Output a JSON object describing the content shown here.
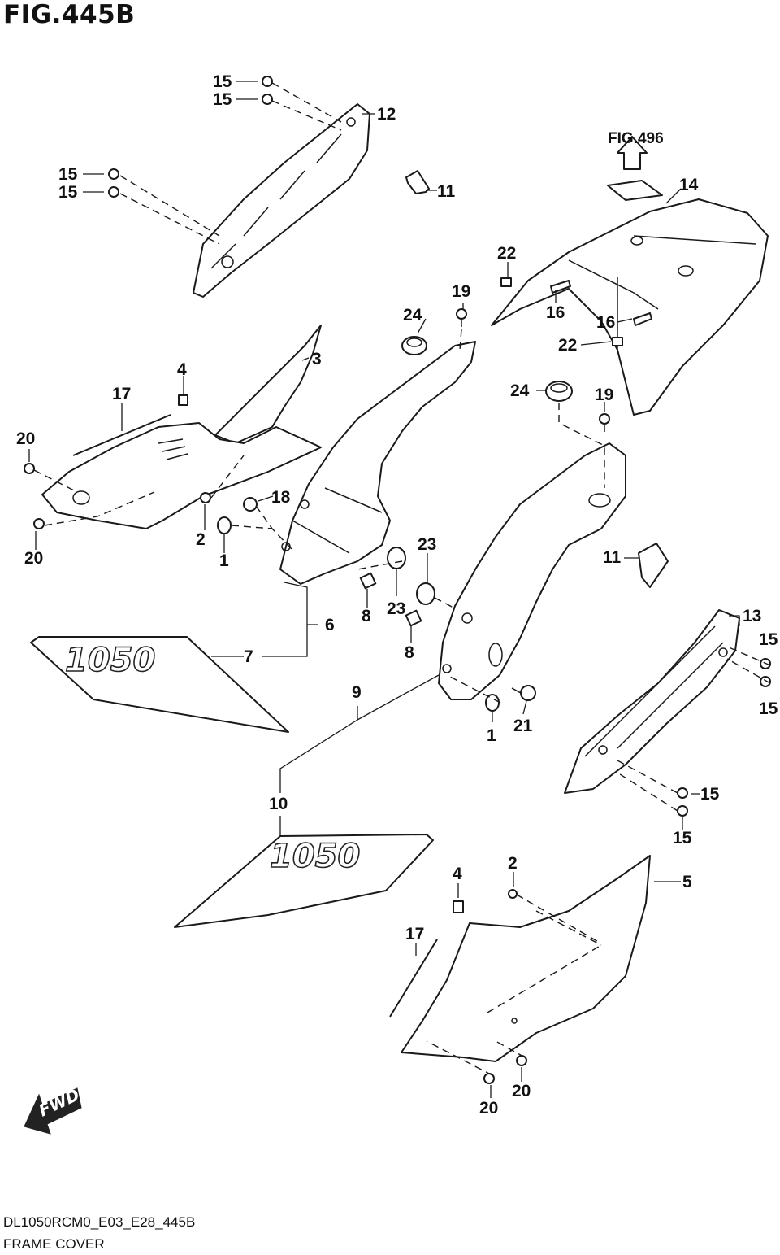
{
  "figure": {
    "title": "FIG.445B",
    "model_code": "DL1050RCM0_E03_E28_445B",
    "section_name": "FRAME COVER",
    "reference_label": "FIG.496",
    "fwd_label": "FWD",
    "logo_text": "1050"
  },
  "callouts": [
    {
      "id": "c15a",
      "text": "15"
    },
    {
      "id": "c15b",
      "text": "15"
    },
    {
      "id": "c12",
      "text": "12"
    },
    {
      "id": "c15c",
      "text": "15"
    },
    {
      "id": "c15d",
      "text": "15"
    },
    {
      "id": "c11a",
      "text": "11"
    },
    {
      "id": "c14",
      "text": "14"
    },
    {
      "id": "c22a",
      "text": "22"
    },
    {
      "id": "c16a",
      "text": "16"
    },
    {
      "id": "c16b",
      "text": "16"
    },
    {
      "id": "c22b",
      "text": "22"
    },
    {
      "id": "c19a",
      "text": "19"
    },
    {
      "id": "c24a",
      "text": "24"
    },
    {
      "id": "c24b",
      "text": "24"
    },
    {
      "id": "c19b",
      "text": "19"
    },
    {
      "id": "c3",
      "text": "3"
    },
    {
      "id": "c4a",
      "text": "4"
    },
    {
      "id": "c17a",
      "text": "17"
    },
    {
      "id": "c20a",
      "text": "20"
    },
    {
      "id": "c20b",
      "text": "20"
    },
    {
      "id": "c18",
      "text": "18"
    },
    {
      "id": "c2a",
      "text": "2"
    },
    {
      "id": "c1a",
      "text": "1"
    },
    {
      "id": "c23a",
      "text": "23"
    },
    {
      "id": "c23b",
      "text": "23"
    },
    {
      "id": "c8a",
      "text": "8"
    },
    {
      "id": "c8b",
      "text": "8"
    },
    {
      "id": "c6",
      "text": "6"
    },
    {
      "id": "c7",
      "text": "7"
    },
    {
      "id": "c11b",
      "text": "11"
    },
    {
      "id": "c13",
      "text": "13"
    },
    {
      "id": "c15e",
      "text": "15"
    },
    {
      "id": "c15f",
      "text": "15"
    },
    {
      "id": "c9",
      "text": "9"
    },
    {
      "id": "c1b",
      "text": "1"
    },
    {
      "id": "c21",
      "text": "21"
    },
    {
      "id": "c15g",
      "text": "15"
    },
    {
      "id": "c15h",
      "text": "15"
    },
    {
      "id": "c10",
      "text": "10"
    },
    {
      "id": "c2b",
      "text": "2"
    },
    {
      "id": "c4b",
      "text": "4"
    },
    {
      "id": "c5",
      "text": "5"
    },
    {
      "id": "c17b",
      "text": "17"
    },
    {
      "id": "c20c",
      "text": "20"
    },
    {
      "id": "c20d",
      "text": "20"
    }
  ]
}
